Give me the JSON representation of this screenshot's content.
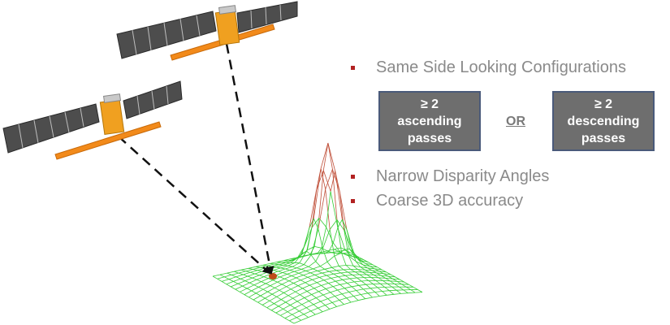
{
  "bullets": [
    {
      "text": "Same Side Looking Configurations"
    },
    {
      "text": "Narrow Disparity Angles"
    },
    {
      "text": "Coarse 3D accuracy"
    }
  ],
  "boxes": {
    "ascending": {
      "line1": "≥ 2",
      "line2": "ascending",
      "line3": "passes"
    },
    "or_label": "OR",
    "descending": {
      "line1": "≥ 2",
      "line2": "descending",
      "line3": "passes"
    }
  },
  "colors": {
    "bullet_marker": "#b22222",
    "bullet_text": "#8a8a8a",
    "box_fill": "#6e6e6e",
    "box_border": "#4a5a7a",
    "mesh_green": "#33cc33",
    "mesh_peak": "#c0503a",
    "solar_panel": "#4d4d4d",
    "satellite_body": "#f0a020",
    "target": "#c04a1a"
  },
  "icons": {
    "satellite_top": "satellite-icon",
    "satellite_left": "satellite-icon",
    "terrain": "terrain-mesh",
    "target": "target-point"
  }
}
